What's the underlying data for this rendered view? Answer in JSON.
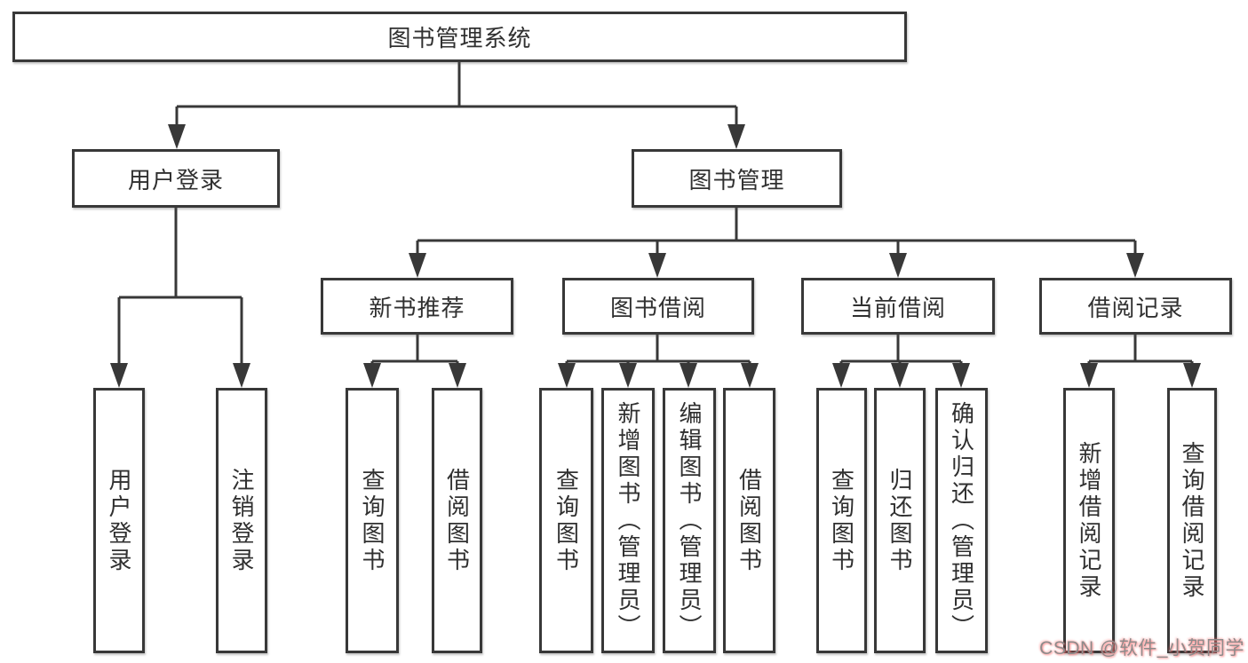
{
  "diagram": {
    "root_label": "图书管理系统",
    "level1": [
      {
        "label": "用户登录"
      },
      {
        "label": "图书管理"
      }
    ],
    "level2": [
      {
        "label": "新书推荐"
      },
      {
        "label": "图书借阅"
      },
      {
        "label": "当前借阅"
      },
      {
        "label": "借阅记录"
      }
    ],
    "leaves": [
      {
        "label": "用户登录"
      },
      {
        "label": "注销登录"
      },
      {
        "label": "查询图书"
      },
      {
        "label": "借阅图书"
      },
      {
        "label": "查询图书"
      },
      {
        "label": "新增图书（管理员）"
      },
      {
        "label": "编辑图书（管理员）"
      },
      {
        "label": "借阅图书"
      },
      {
        "label": "查询图书"
      },
      {
        "label": "归还图书"
      },
      {
        "label": "确认归还（管理员）"
      },
      {
        "label": "新增借阅记录"
      },
      {
        "label": "查询借阅记录"
      }
    ]
  },
  "watermark": {
    "text": "CSDN @软件_小贺同学"
  },
  "colors": {
    "line": "#383838",
    "text": "#303030",
    "background": "#ffffff",
    "watermark_text": "#8c8c8c",
    "watermark_glow": "#ff6e6e"
  }
}
